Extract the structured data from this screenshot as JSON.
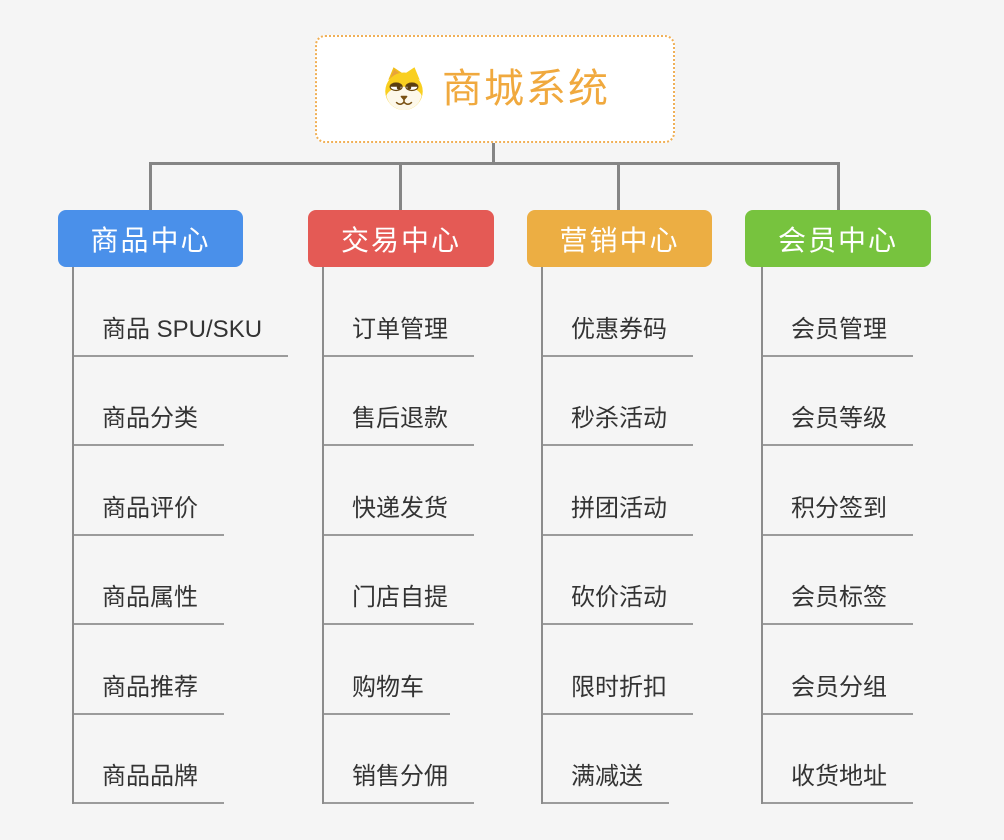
{
  "canvas": {
    "background": "#f5f5f5",
    "connector_color": "#858585",
    "underline_color": "#9b9b9b"
  },
  "root": {
    "title": "商城系统",
    "icon": "dog-face-icon",
    "text_color": "#f0a93e",
    "border_color": "#f0b057"
  },
  "branches": [
    {
      "label": "商品中心",
      "color": "#4a90ea",
      "items": [
        "商品 SPU/SKU",
        "商品分类",
        "商品评价",
        "商品属性",
        "商品推荐",
        "商品品牌"
      ]
    },
    {
      "label": "交易中心",
      "color": "#e45a55",
      "items": [
        "订单管理",
        "售后退款",
        "快递发货",
        "门店自提",
        "购物车",
        "销售分佣"
      ]
    },
    {
      "label": "营销中心",
      "color": "#ecae43",
      "items": [
        "优惠券码",
        "秒杀活动",
        "拼团活动",
        "砍价活动",
        "限时折扣",
        "满减送"
      ]
    },
    {
      "label": "会员中心",
      "color": "#77c33e",
      "items": [
        "会员管理",
        "会员等级",
        "积分签到",
        "会员标签",
        "会员分组",
        "收货地址"
      ]
    }
  ]
}
